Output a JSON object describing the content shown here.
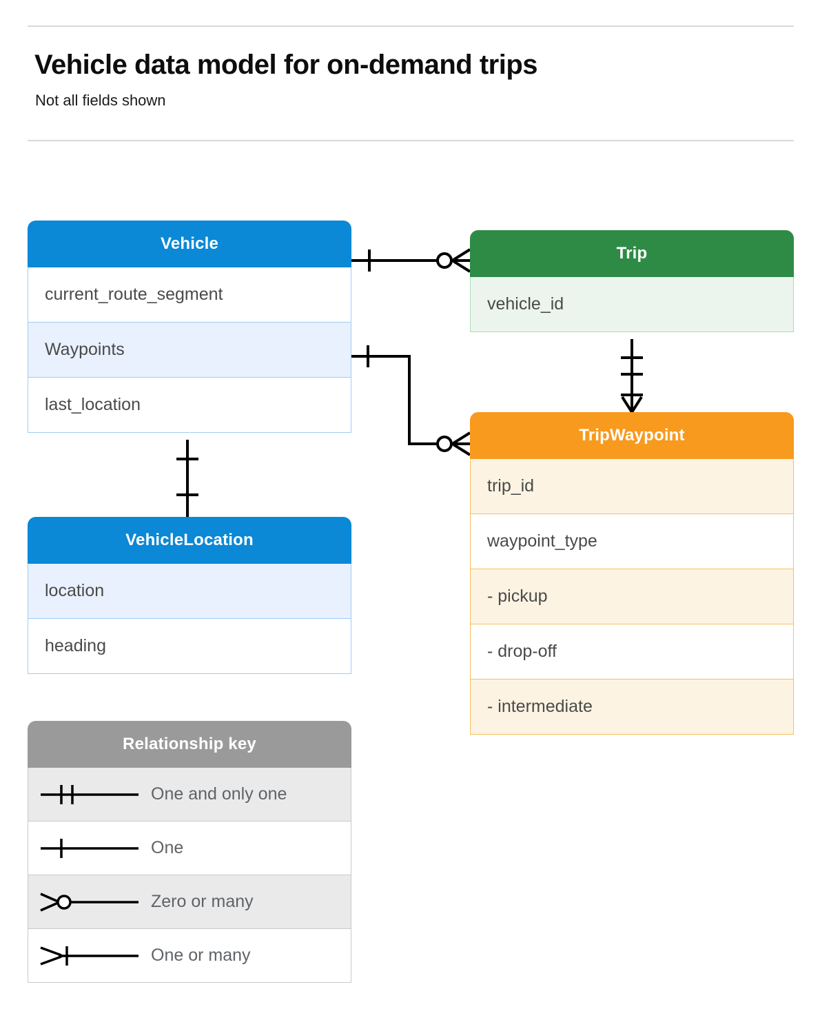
{
  "header": {
    "title": "Vehicle data model for on-demand trips",
    "subtitle": "Not all fields shown"
  },
  "colors": {
    "blue": "#0b88d6",
    "blue_row_alt": "#e8f1fd",
    "blue_border": "#9ecdf5",
    "green": "#2e8b45",
    "green_row_alt": "#ebf5ee",
    "green_border": "#aed9ba",
    "orange": "#f79a1e",
    "orange_row_alt": "#fdf3e2",
    "orange_border": "#f7c15e",
    "gray": "#9a9a9a",
    "gray_row_alt": "#eaeaea",
    "line": "#000000",
    "text": "#4a4a4a",
    "divider": "#d8d8d8"
  },
  "entities": [
    {
      "name": "Vehicle",
      "theme": "blue",
      "fields": [
        {
          "label": "current_route_segment",
          "shaded": false
        },
        {
          "label": "Waypoints",
          "shaded": true
        },
        {
          "label": "last_location",
          "shaded": false
        }
      ]
    },
    {
      "name": "VehicleLocation",
      "theme": "blue",
      "fields": [
        {
          "label": "location",
          "shaded": true
        },
        {
          "label": "heading",
          "shaded": false
        }
      ]
    },
    {
      "name": "Trip",
      "theme": "green",
      "fields": [
        {
          "label": "vehicle_id",
          "shaded": true
        }
      ]
    },
    {
      "name": "TripWaypoint",
      "theme": "orange",
      "fields": [
        {
          "label": "trip_id",
          "shaded": true
        },
        {
          "label": "waypoint_type",
          "shaded": false
        },
        {
          "label": "-  pickup",
          "shaded": true
        },
        {
          "label": "-  drop-off",
          "shaded": false
        },
        {
          "label": "-  intermediate",
          "shaded": true
        }
      ]
    }
  ],
  "legend": {
    "title": "Relationship key",
    "rows": [
      {
        "label": "One and only one",
        "symbol": "one-and-only-one-symbol",
        "shaded": true
      },
      {
        "label": "One",
        "symbol": "one-symbol",
        "shaded": false
      },
      {
        "label": "Zero or many",
        "symbol": "zero-or-many-symbol",
        "shaded": true
      },
      {
        "label": "One or many",
        "symbol": "one-or-many-symbol",
        "shaded": false
      }
    ]
  },
  "relationships": [
    {
      "from": "Vehicle",
      "to": "Trip",
      "from_cardinality": "One",
      "to_cardinality": "Zero or many"
    },
    {
      "from": "Vehicle.Waypoints",
      "to": "TripWaypoint",
      "from_cardinality": "One",
      "to_cardinality": "Zero or many"
    },
    {
      "from": "Trip",
      "to": "TripWaypoint",
      "from_cardinality": "One and only one",
      "to_cardinality": "One or many"
    },
    {
      "from": "Vehicle",
      "to": "VehicleLocation",
      "from_cardinality": "One",
      "to_cardinality": "One"
    }
  ]
}
